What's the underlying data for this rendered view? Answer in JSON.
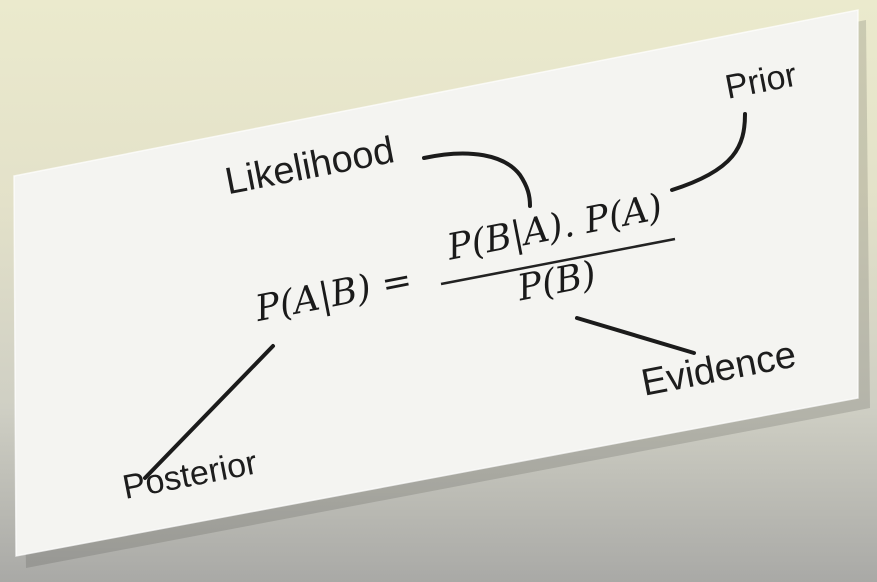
{
  "labels": {
    "likelihood": "Likelihood",
    "prior": "Prior",
    "evidence": "Evidence",
    "posterior": "Posterior"
  },
  "formula": {
    "lhs": "P(A|B) =",
    "numerator": "P(B|A). P(A)",
    "denominator": "P(B)"
  },
  "colors": {
    "background_top": "#ebeacd",
    "background_bottom": "#a9a9a6",
    "card": "#f4f4f1",
    "ink": "#1b1b1b"
  }
}
